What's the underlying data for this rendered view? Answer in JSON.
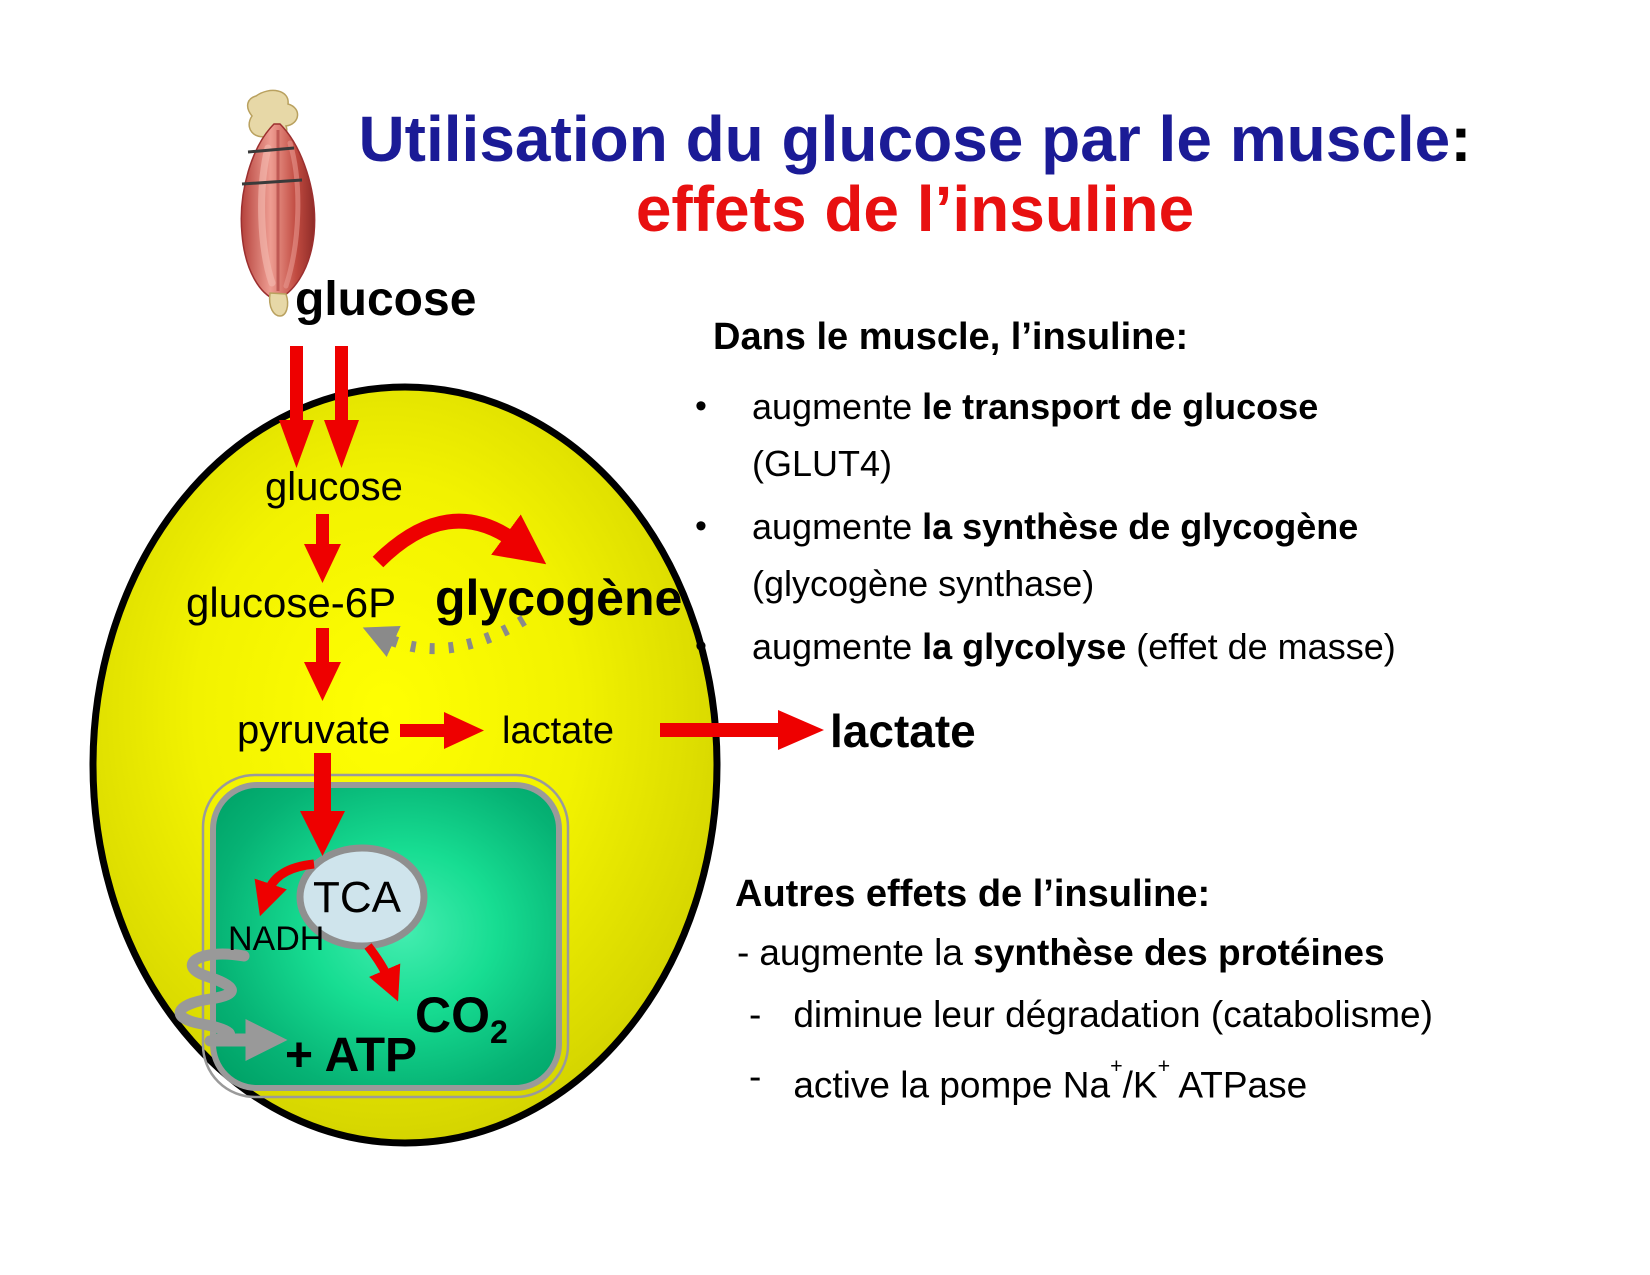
{
  "title": {
    "line1_blue": "Utilisation du glucose par le muscle",
    "line1_colon": ":",
    "line2_red": "effets de l’insuline"
  },
  "colors": {
    "title_blue": "#1b1b96",
    "title_red": "#e81010",
    "arrow_red": "#ee0000",
    "cell_yellow_center": "#ffff00",
    "cell_yellow_edge": "#c6c600",
    "mito_green_center": "#2ae59d",
    "mito_green_edge": "#00a267",
    "tca_fill": "#cfe4ec",
    "membrane_black": "#000000",
    "gray": "#999999"
  },
  "cell": {
    "glucose_outside": "glucose",
    "glucose_inside": "glucose",
    "glucose_6p": "glucose-6P",
    "glycogene": "glycogène",
    "pyruvate": "pyruvate",
    "lactate_inside": "lactate",
    "lactate_outside": "lactate"
  },
  "mitochondria": {
    "tca": "TCA",
    "nadh": "NADH",
    "co2_base": "CO",
    "co2_sub": "2",
    "atp": "+ ATP"
  },
  "insulin_effects": {
    "heading": "Dans le muscle, l’insuline:",
    "bullet_char": "•",
    "bullets": [
      {
        "pre": "augmente ",
        "bold": "le transport de glucose",
        "post": "",
        "line2": "(GLUT4)"
      },
      {
        "pre": "augmente ",
        "bold": "la synthèse de glycogène",
        "post": "",
        "line2": "(glycogène synthase)"
      },
      {
        "pre": "augmente ",
        "bold": "la glycolyse",
        "post": " (effet de masse)",
        "line2": ""
      }
    ]
  },
  "other_effects": {
    "heading": "Autres effets de l’insuline:",
    "items": [
      {
        "dash": "-",
        "pre": "augmente la ",
        "bold": "synthèse des protéines",
        "post": ""
      },
      {
        "dash": "-",
        "pre": "diminue leur dégradation (catabolisme)"
      },
      {
        "dash": "-",
        "pre": "active la pompe Na",
        "sup1": "+",
        "mid": "/K",
        "sup2": "+",
        "post": " ATPase"
      }
    ]
  }
}
